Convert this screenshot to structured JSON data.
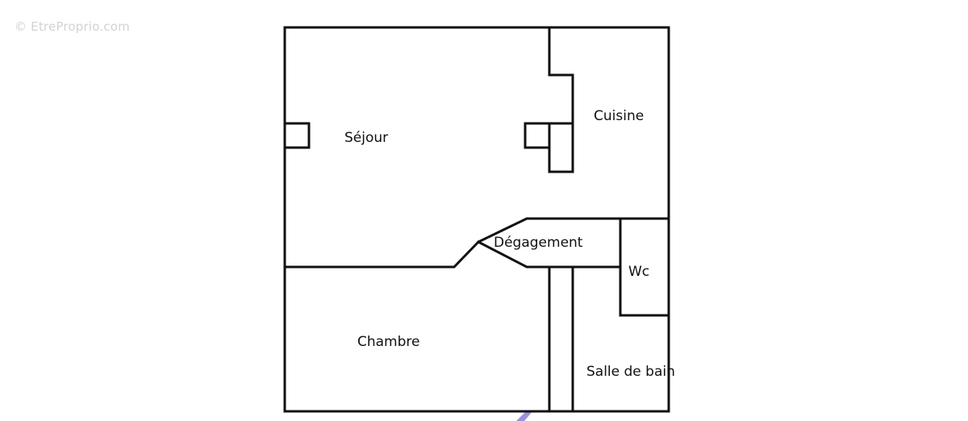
{
  "watermark": "© EtreProprio.com",
  "rooms": {
    "sejour": "Séjour",
    "cuisine": "Cuisine",
    "degagement": "Dégagement",
    "wc": "Wc",
    "chambre": "Chambre",
    "salle_de_bain": "Salle de bain"
  }
}
